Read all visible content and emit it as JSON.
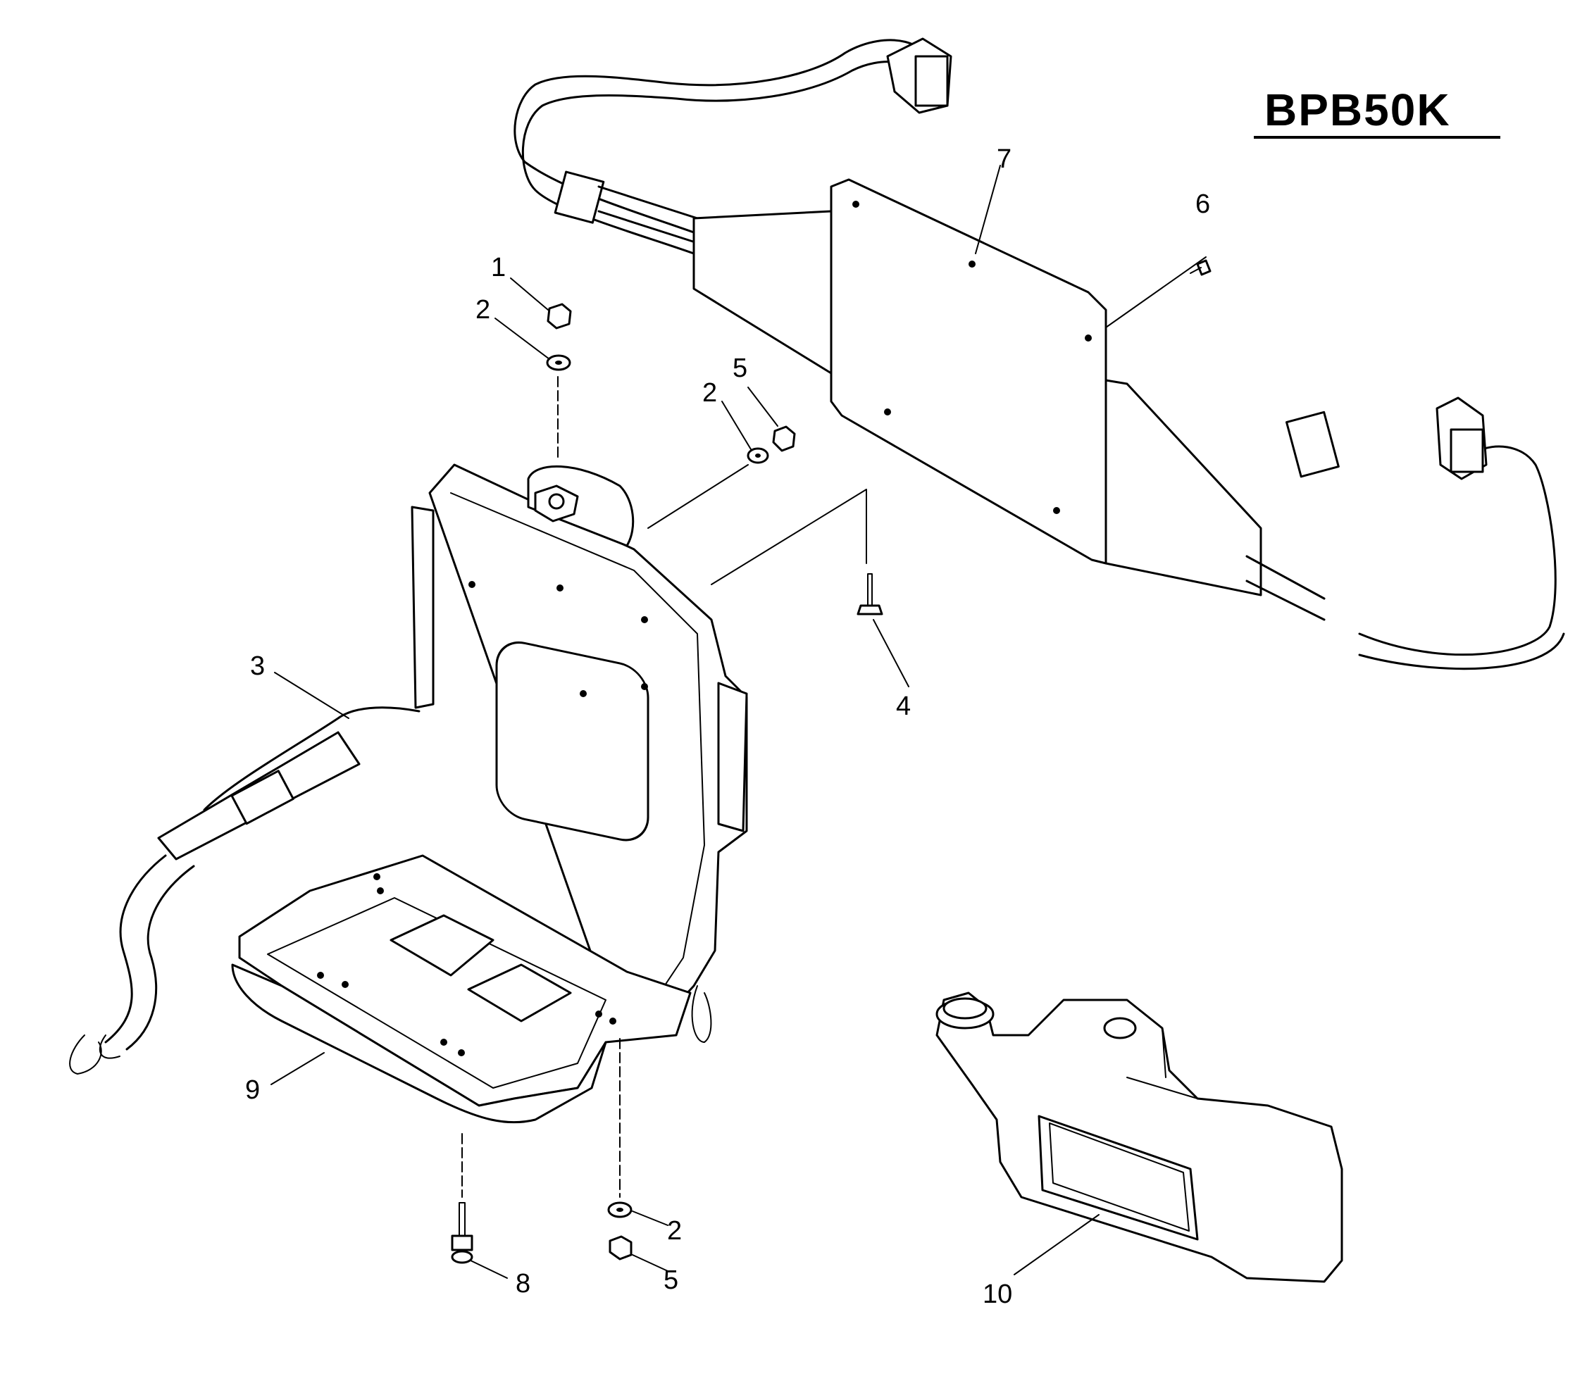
{
  "model": "BPB50K",
  "callouts": [
    {
      "id": "c1",
      "label": "1"
    },
    {
      "id": "c2a",
      "label": "2"
    },
    {
      "id": "c2b",
      "label": "2"
    },
    {
      "id": "c2c",
      "label": "2"
    },
    {
      "id": "c3",
      "label": "3"
    },
    {
      "id": "c4",
      "label": "4"
    },
    {
      "id": "c5a",
      "label": "5"
    },
    {
      "id": "c5b",
      "label": "5"
    },
    {
      "id": "c6",
      "label": "6"
    },
    {
      "id": "c7",
      "label": "7"
    },
    {
      "id": "c8",
      "label": "8"
    },
    {
      "id": "c9",
      "label": "9"
    },
    {
      "id": "c10",
      "label": "10"
    }
  ]
}
